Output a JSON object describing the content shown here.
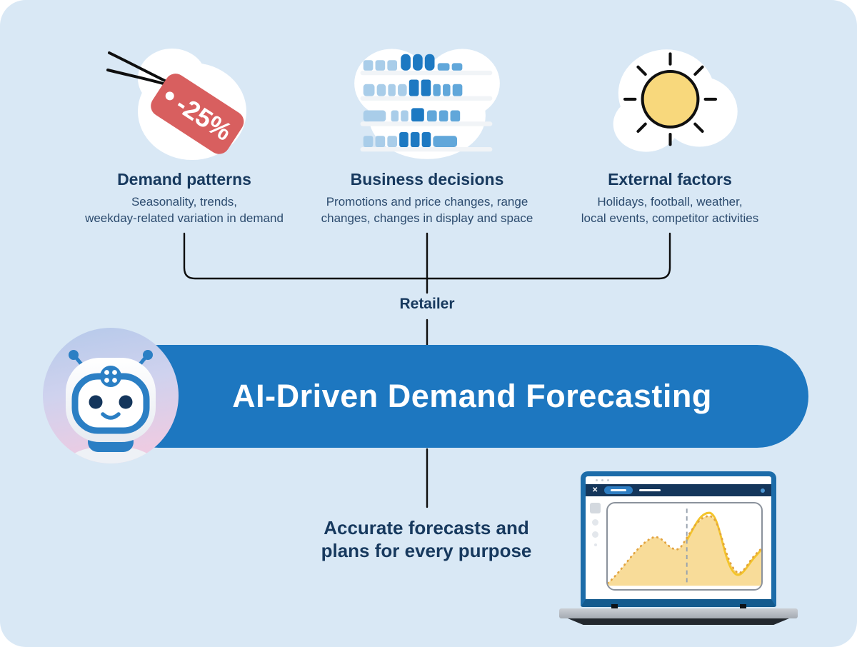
{
  "page": {
    "background": "#d9e8f5"
  },
  "columns": [
    {
      "icon": "discount-tag-icon",
      "tag_label": "-25%",
      "title": "Demand patterns",
      "subtitle": "Seasonality, trends,\nweekday-related variation in demand"
    },
    {
      "icon": "store-shelves-icon",
      "title": "Business decisions",
      "subtitle": "Promotions and price changes, range\nchanges, changes in display and space"
    },
    {
      "icon": "sun-icon",
      "title": "External factors",
      "subtitle": "Holidays, football, weather,\nlocal events, competitor activities"
    }
  ],
  "connector": {
    "label": "Retailer"
  },
  "banner": {
    "title": "AI-Driven Demand Forecasting",
    "color": "#1d77c0"
  },
  "outcome": {
    "text": "Accurate forecasts and\nplans for every purpose"
  },
  "laptop": {
    "description": "laptop showing demand forecast area chart with actual (dotted) and forecast (solid) curves split by a dashed vertical line",
    "chart_fill": "#f8dc99",
    "chart_dotted_line": "#e2a33f",
    "chart_solid_line": "#f4c52c"
  },
  "colors": {
    "canvas_bg": "#d9e8f5",
    "title_navy": "#17395e",
    "subtitle_navy": "#2c4b6e",
    "banner_blue": "#1d77c0",
    "robot_blue": "#2b7fc4",
    "tag_red": "#d85f5f",
    "sun_yellow": "#f8d87c",
    "shelf_light_blue": "#a9cde9",
    "shelf_medium_blue": "#61a7da",
    "shelf_dark_blue": "#1d79c2",
    "connector_line": "#0d0d0d"
  }
}
